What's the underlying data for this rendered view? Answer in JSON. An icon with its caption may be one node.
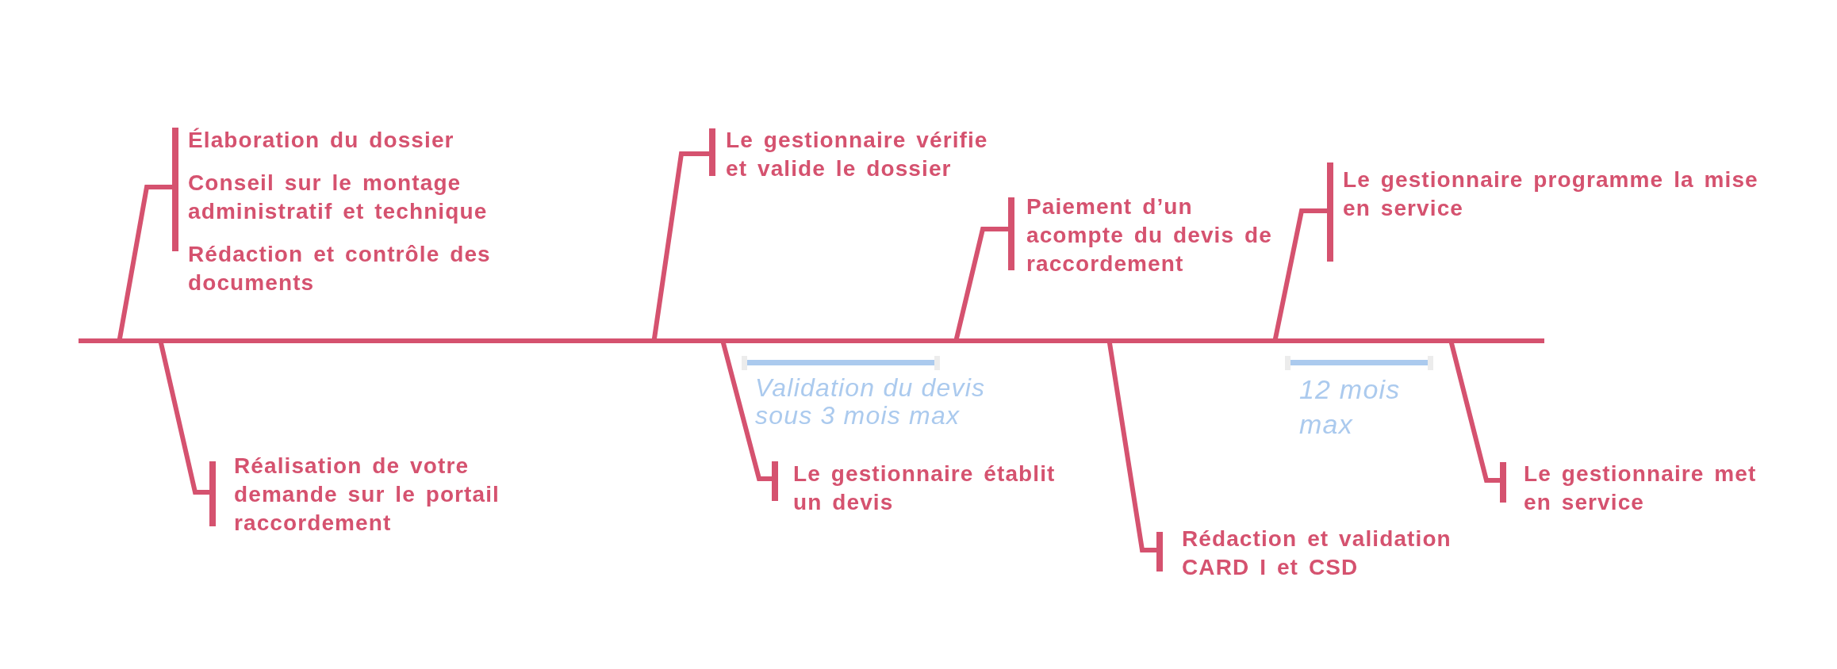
{
  "diagram": {
    "nodes": [
      {
        "text": [
          "Élaboration du dossier",
          "Conseil sur le montage administratif et technique",
          "Rédaction et contrôle des documents"
        ]
      },
      {
        "text": [
          "Le gestionnaire vérifie et valide le dossier"
        ]
      },
      {
        "text": [
          "Paiement d’un acompte du devis de raccordement"
        ]
      },
      {
        "text": [
          "Le gestionnaire programme la mise en service"
        ]
      },
      {
        "text": [
          "Réalisation de votre demande sur le portail raccordement"
        ]
      },
      {
        "text": [
          "Le gestionnaire établit un devis"
        ]
      },
      {
        "text": [
          "Rédaction et validation CARD I et CSD"
        ]
      },
      {
        "text": [
          "Le gestionnaire met en service"
        ]
      },
      {
        "text": [],
        "shape": "line"
      }
    ],
    "edges": [
      {
        "from": 8,
        "to": 0,
        "arrow": "none"
      },
      {
        "from": 8,
        "to": 1,
        "arrow": "none"
      },
      {
        "from": 8,
        "to": 2,
        "arrow": "none"
      },
      {
        "from": 8,
        "to": 3,
        "arrow": "none"
      },
      {
        "from": 8,
        "to": 4,
        "arrow": "none"
      },
      {
        "from": 8,
        "to": 5,
        "arrow": "none"
      },
      {
        "from": 8,
        "to": 6,
        "arrow": "none"
      },
      {
        "from": 8,
        "to": 7,
        "arrow": "none"
      }
    ],
    "labels": [
      "Validation du devis sous 3 mois max",
      "12 mois max"
    ]
  }
}
